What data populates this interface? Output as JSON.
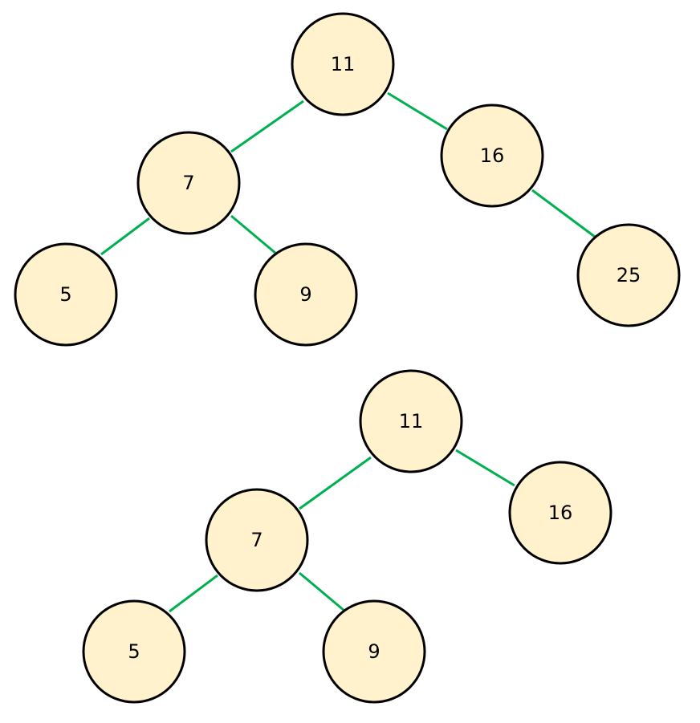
{
  "colors": {
    "edge": "#00b050",
    "node_fill": "#fff2cc",
    "node_stroke": "#000000",
    "text": "#000000",
    "background": "#ffffff"
  },
  "trees": [
    {
      "nodes": [
        {
          "id": "t1-n11",
          "label": "11"
        },
        {
          "id": "t1-n7",
          "label": "7"
        },
        {
          "id": "t1-n16",
          "label": "16"
        },
        {
          "id": "t1-n5",
          "label": "5"
        },
        {
          "id": "t1-n9",
          "label": "9"
        },
        {
          "id": "t1-n25",
          "label": "25"
        }
      ],
      "edges": [
        {
          "from": "t1-n11",
          "to": "t1-n7"
        },
        {
          "from": "t1-n11",
          "to": "t1-n16"
        },
        {
          "from": "t1-n7",
          "to": "t1-n5"
        },
        {
          "from": "t1-n7",
          "to": "t1-n9"
        },
        {
          "from": "t1-n16",
          "to": "t1-n25"
        }
      ]
    },
    {
      "nodes": [
        {
          "id": "t2-n11",
          "label": "11"
        },
        {
          "id": "t2-n7",
          "label": "7"
        },
        {
          "id": "t2-n16",
          "label": "16"
        },
        {
          "id": "t2-n5",
          "label": "5"
        },
        {
          "id": "t2-n9",
          "label": "9"
        }
      ],
      "edges": [
        {
          "from": "t2-n11",
          "to": "t2-n7"
        },
        {
          "from": "t2-n11",
          "to": "t2-n16"
        },
        {
          "from": "t2-n7",
          "to": "t2-n5"
        },
        {
          "from": "t2-n7",
          "to": "t2-n9"
        }
      ]
    }
  ]
}
